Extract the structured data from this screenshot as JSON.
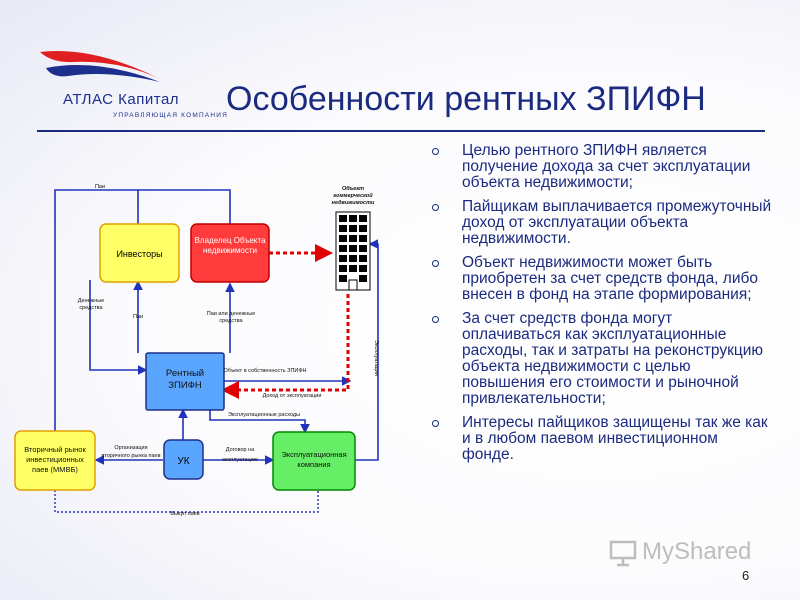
{
  "brand": {
    "name": "АТЛАС Капитал",
    "tagline": "УПРАВЛЯЮЩАЯ КОМПАНИЯ"
  },
  "slide": {
    "title": "Особенности рентных ЗПИФН",
    "page_number": "6"
  },
  "diagram": {
    "nodes": {
      "investors": "Инвесторы",
      "owner": "Владелец Объекта недвижимости",
      "fund": "Рентный ЗПИФН",
      "secondary": "Вторичный рынок инвестиционных паев (ММВБ)",
      "uk": "УК",
      "operator": "Эксплуатационная компания",
      "object": "Объект коммерческой недвижимости"
    },
    "labels": {
      "top_pai": "Паи",
      "money": "Денежные средства",
      "pai": "Паи",
      "pai_or_money": "Паи или денежные средства",
      "object_to_fund": "Объект в собственность ЗПИФН",
      "income": "Доход от эксплуатации",
      "expenses": "Эксплуатационные расходы",
      "organization": "Организация вторичного рынка паев",
      "contract": "Договор на эксплуатацию",
      "redemption": "Выкуп паев",
      "exploitation": "Эксплуатация"
    }
  },
  "bullets": [
    "Целью рентного ЗПИФН является получение дохода за счет эксплуатации объекта недвижимости;",
    "Пайщикам выплачивается промежуточный доход от эксплуатации объекта недвижимости.",
    "Объект недвижимости может быть приобретен за счет средств фонда, либо внесен в фонд на этапе формирования;",
    "За счет средств фонда могут оплачиваться как эксплуатационные расходы, так и затраты на реконструкцию объекта недвижимости с целью повышения его стоимости и рыночной привлекательности;",
    "Интересы пайщиков защищены так же как и в любом паевом инвестиционном фонде."
  ],
  "watermark": {
    "text": "MyShared"
  },
  "colors": {
    "title": "#1b2b80",
    "investors_fill": "#ffff66",
    "owner_fill": "#ff3b3b",
    "fund_fill": "#5aa6ff",
    "secondary_fill": "#ffff66",
    "uk_fill": "#5aa6ff",
    "operator_fill": "#66ee66",
    "arrow_blue": "#2233bb",
    "arrow_red": "#e00000"
  }
}
